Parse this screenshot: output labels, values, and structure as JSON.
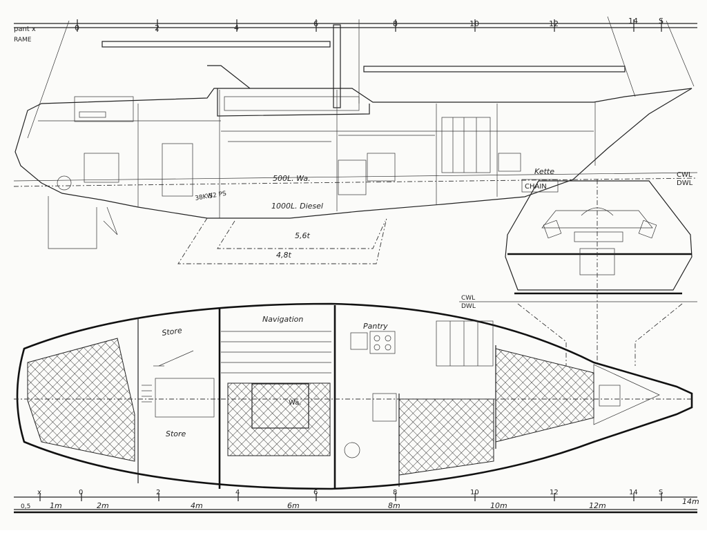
{
  "top_scale": {
    "header_line1": "pant x",
    "header_line2": "RAME",
    "ticks": [
      "0",
      "2",
      "4",
      "6",
      "8",
      "10",
      "12",
      "14",
      "S"
    ]
  },
  "profile_labels": {
    "water": "500L. Wa.",
    "diesel": "1000L. Diesel",
    "engine_kw": "38KW",
    "engine_ps": "52 PS",
    "kette": "Kette",
    "chain": "CHAIN",
    "weight_56": "5,6t",
    "weight_48": "4,8t"
  },
  "waterlines": {
    "cwl": "CWL",
    "dwl": "DWL"
  },
  "plan_labels": {
    "navigation": "Navigation",
    "pantry": "Pantry",
    "store_top": "Store",
    "store_bottom": "Store",
    "wa": "Wa."
  },
  "bottom_scale": {
    "frame_ticks": [
      "x",
      "0",
      "2",
      "4",
      "6",
      "8",
      "10",
      "12",
      "14",
      "S"
    ],
    "meter_ticks": [
      "0,5",
      "1m",
      "2m",
      "4m",
      "6m",
      "8m",
      "10m",
      "12m",
      "14m"
    ]
  }
}
